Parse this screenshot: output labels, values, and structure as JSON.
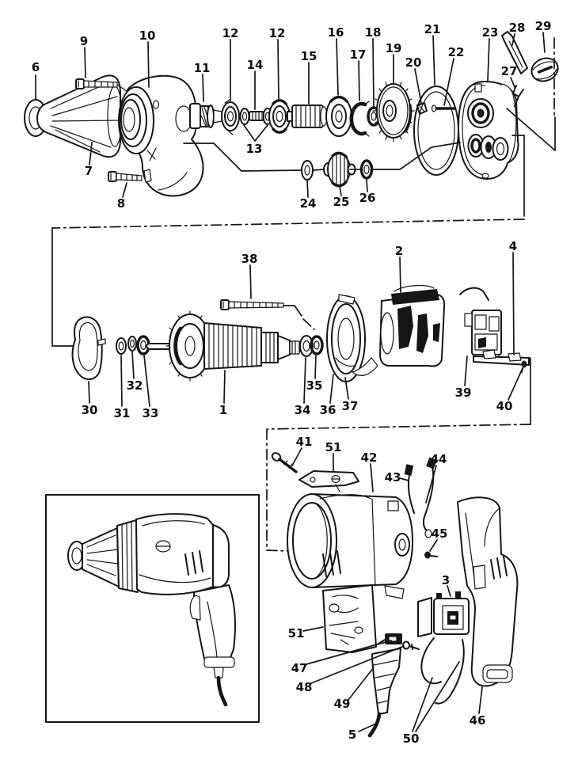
{
  "figure": {
    "kind": "exploded parts diagram",
    "colors": {
      "ink": "#161616",
      "paper": "#ffffff"
    }
  },
  "callouts": [
    {
      "n": "6"
    },
    {
      "n": "9"
    },
    {
      "n": "10"
    },
    {
      "n": "11"
    },
    {
      "n": "12"
    },
    {
      "n": "14"
    },
    {
      "n": "12"
    },
    {
      "n": "15"
    },
    {
      "n": "16"
    },
    {
      "n": "17"
    },
    {
      "n": "18"
    },
    {
      "n": "19"
    },
    {
      "n": "20"
    },
    {
      "n": "21"
    },
    {
      "n": "22"
    },
    {
      "n": "23"
    },
    {
      "n": "28"
    },
    {
      "n": "29"
    },
    {
      "n": "27"
    },
    {
      "n": "7"
    },
    {
      "n": "8"
    },
    {
      "n": "13"
    },
    {
      "n": "24"
    },
    {
      "n": "25"
    },
    {
      "n": "26"
    },
    {
      "n": "38"
    },
    {
      "n": "2"
    },
    {
      "n": "4"
    },
    {
      "n": "30"
    },
    {
      "n": "31"
    },
    {
      "n": "32"
    },
    {
      "n": "33"
    },
    {
      "n": "1"
    },
    {
      "n": "34"
    },
    {
      "n": "35"
    },
    {
      "n": "36"
    },
    {
      "n": "37"
    },
    {
      "n": "39"
    },
    {
      "n": "40"
    },
    {
      "n": "41"
    },
    {
      "n": "51"
    },
    {
      "n": "42"
    },
    {
      "n": "43"
    },
    {
      "n": "44"
    },
    {
      "n": "45"
    },
    {
      "n": "3"
    },
    {
      "n": "51"
    },
    {
      "n": "47"
    },
    {
      "n": "48"
    },
    {
      "n": "49"
    },
    {
      "n": "5"
    },
    {
      "n": "50"
    },
    {
      "n": "46"
    }
  ]
}
